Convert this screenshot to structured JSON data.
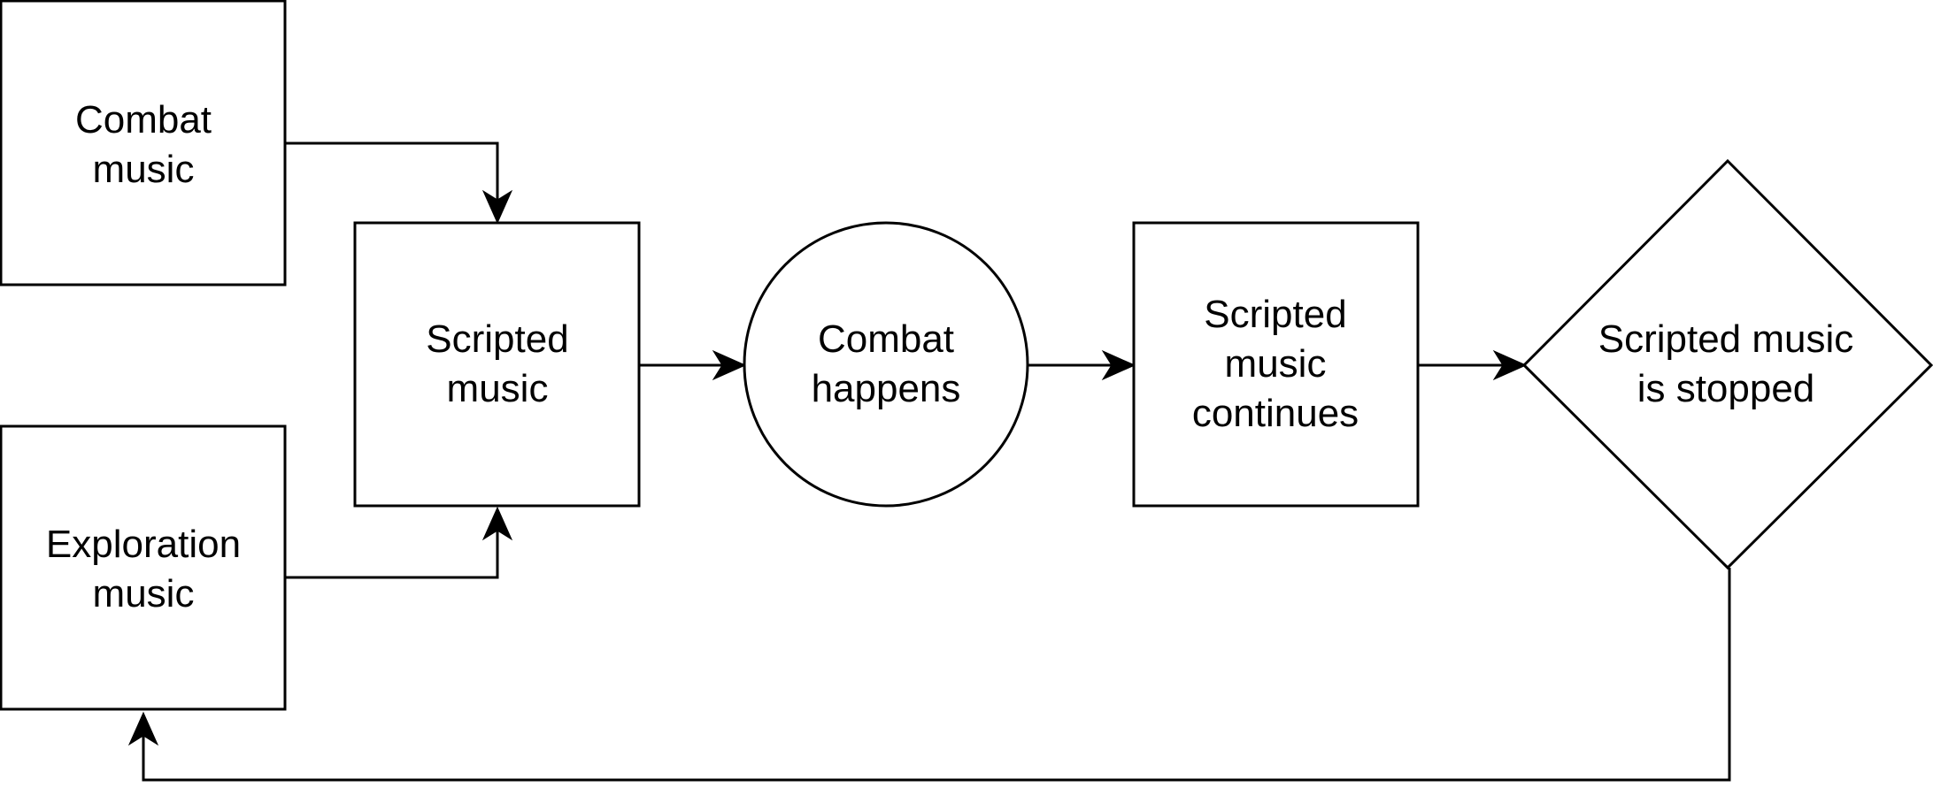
{
  "diagram": {
    "nodes": {
      "combat_music": {
        "line1": "Combat",
        "line2": "music"
      },
      "exploration_music": {
        "line1": "Exploration",
        "line2": "music"
      },
      "scripted_music": {
        "line1": "Scripted",
        "line2": "music"
      },
      "combat_happens": {
        "line1": "Combat",
        "line2": "happens"
      },
      "scripted_continues": {
        "line1": "Scripted",
        "line2": "music",
        "line3": "continues"
      },
      "scripted_stopped": {
        "line1": "Scripted music",
        "line2": "is stopped"
      }
    },
    "colors": {
      "stroke": "#000000",
      "fill": "#ffffff"
    }
  }
}
